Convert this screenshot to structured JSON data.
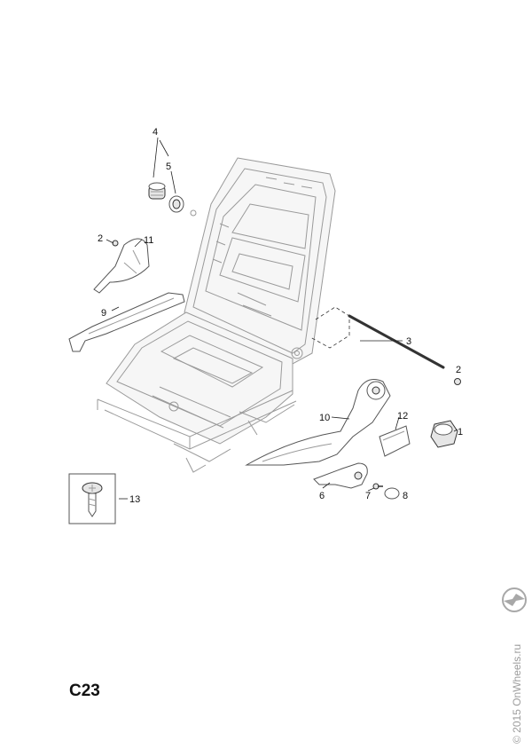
{
  "diagram": {
    "page_code": "C23",
    "watermark": "© 2015 OnWheels.ru",
    "callouts": [
      "1",
      "2",
      "2",
      "3",
      "4",
      "5",
      "6",
      "7",
      "8",
      "9",
      "10",
      "11",
      "12",
      "13"
    ],
    "brand_logo_icon": "opel-lightning-icon"
  }
}
